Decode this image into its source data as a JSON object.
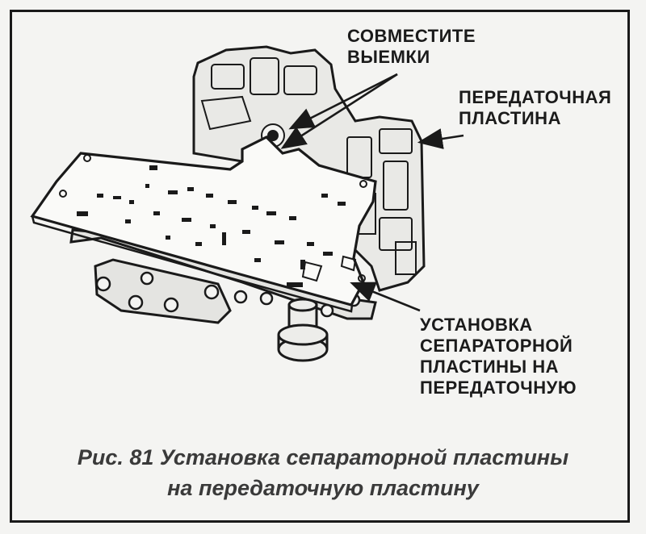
{
  "callouts": {
    "align_notches": "СОВМЕСТИТЕ\nВЫЕМКИ",
    "transfer_plate": "ПЕРЕДАТОЧНАЯ\nПЛАСТИНА",
    "separator_install": "УСТАНОВКА\nСЕПАРАТОРНОЙ\nПЛАСТИНЫ НА\nПЕРЕДАТОЧНУЮ"
  },
  "caption": {
    "line1": "Рис. 81 Установка сепараторной пластины",
    "line2": "на передаточную пластину"
  },
  "colors": {
    "ink": "#1a1a1a",
    "paper": "#f4f4f2",
    "plate": "#fafaf8"
  }
}
